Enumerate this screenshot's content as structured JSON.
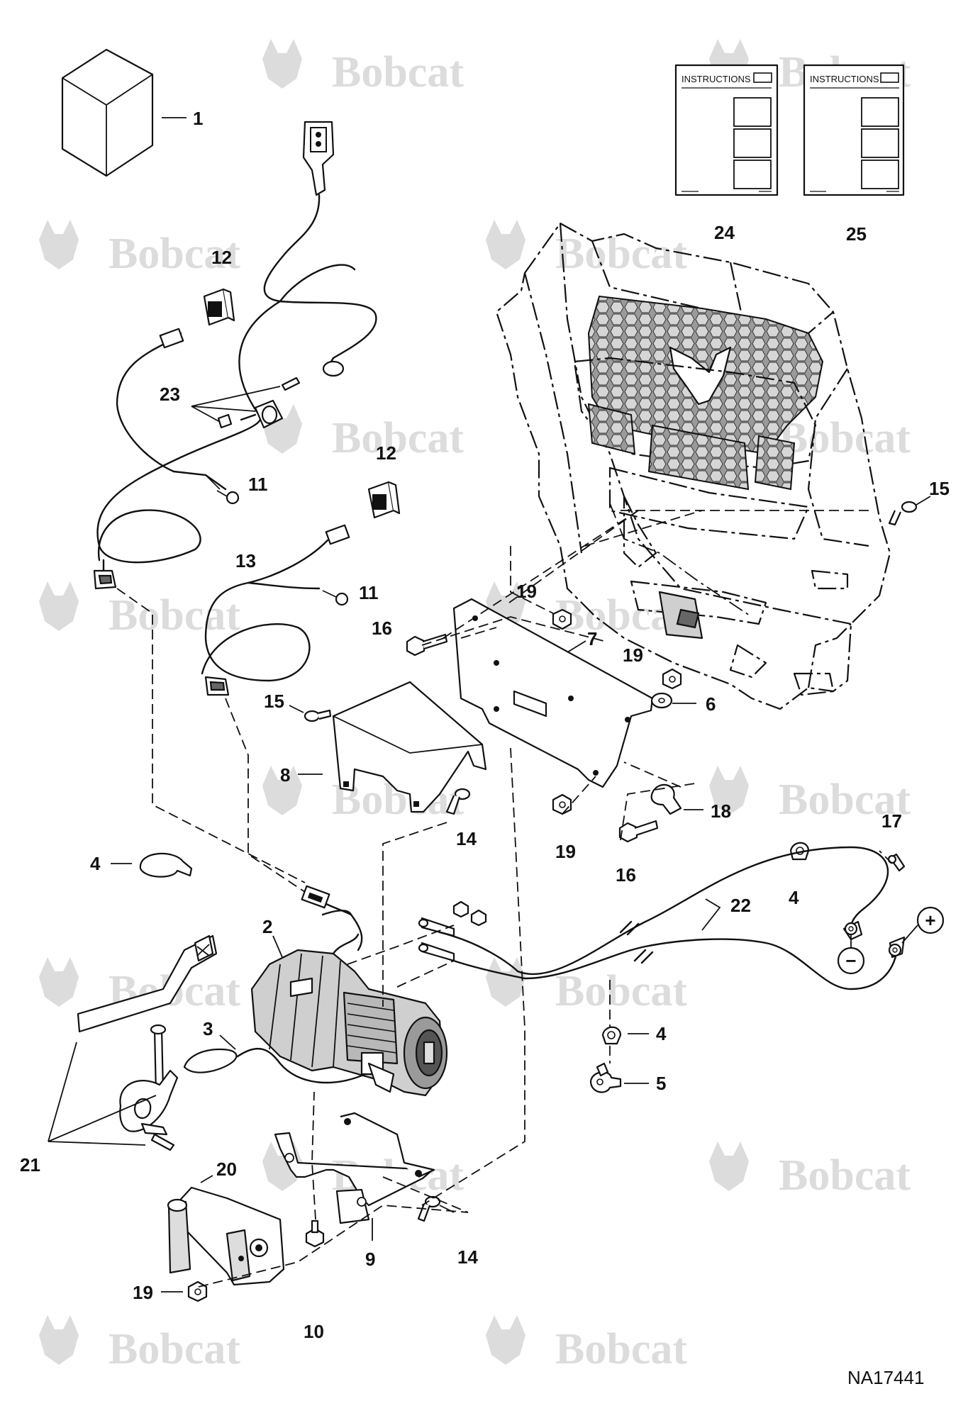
{
  "watermark": {
    "brand_text": "Bobcat"
  },
  "drawing_id": "NA17441",
  "instructions": [
    {
      "id": "24",
      "title": "INSTRUCTIONS"
    },
    {
      "id": "25",
      "title": "INSTRUCTIONS"
    }
  ],
  "callouts": [
    {
      "id": "c1",
      "text": "1"
    },
    {
      "id": "c24",
      "text": "24"
    },
    {
      "id": "c25",
      "text": "25"
    },
    {
      "id": "c12a",
      "text": "12"
    },
    {
      "id": "c23",
      "text": "23"
    },
    {
      "id": "c11a",
      "text": "11"
    },
    {
      "id": "c12b",
      "text": "12"
    },
    {
      "id": "c13",
      "text": "13"
    },
    {
      "id": "c11b",
      "text": "11"
    },
    {
      "id": "c15a",
      "text": "15"
    },
    {
      "id": "c19a",
      "text": "19"
    },
    {
      "id": "c16a",
      "text": "16"
    },
    {
      "id": "c7",
      "text": "7"
    },
    {
      "id": "c19b",
      "text": "19"
    },
    {
      "id": "c6",
      "text": "6"
    },
    {
      "id": "c15b",
      "text": "15"
    },
    {
      "id": "c8",
      "text": "8"
    },
    {
      "id": "c14a",
      "text": "14"
    },
    {
      "id": "c18",
      "text": "18"
    },
    {
      "id": "c19c",
      "text": "19"
    },
    {
      "id": "c16b",
      "text": "16"
    },
    {
      "id": "c17",
      "text": "17"
    },
    {
      "id": "c4a",
      "text": "4"
    },
    {
      "id": "c4b",
      "text": "4"
    },
    {
      "id": "c22",
      "text": "22"
    },
    {
      "id": "c2",
      "text": "2"
    },
    {
      "id": "c3",
      "text": "3"
    },
    {
      "id": "c4c",
      "text": "4"
    },
    {
      "id": "c5",
      "text": "5"
    },
    {
      "id": "c21",
      "text": "21"
    },
    {
      "id": "c20",
      "text": "20"
    },
    {
      "id": "c9",
      "text": "9"
    },
    {
      "id": "c14b",
      "text": "14"
    },
    {
      "id": "c19d",
      "text": "19"
    },
    {
      "id": "c10",
      "text": "10"
    }
  ],
  "terminals": {
    "positive": "+",
    "negative": "−"
  }
}
